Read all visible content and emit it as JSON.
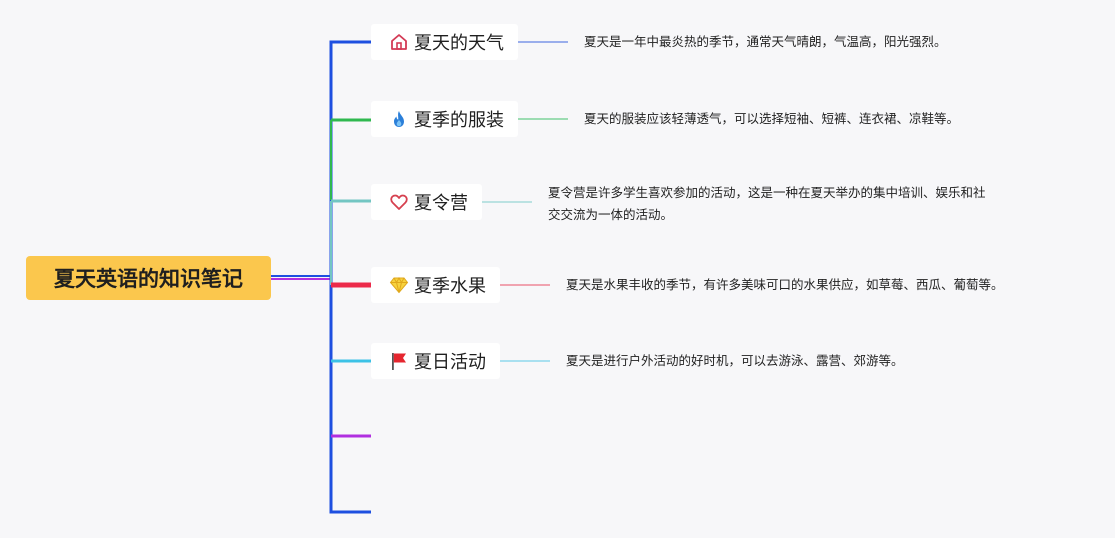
{
  "root": {
    "label": "夏天英语的知识笔记",
    "color": "#fbc74d"
  },
  "branches": [
    {
      "label": "夏天的天气",
      "icon": "home-icon",
      "color": "#1e4fe0",
      "note": "夏天是一年中最炎热的季节，通常天气晴朗，气温高，阳光强烈。"
    },
    {
      "label": "夏季的服装",
      "icon": "flame-icon",
      "color": "#2fb84f",
      "note": "夏天的服装应该轻薄透气，可以选择短袖、短裤、连衣裙、凉鞋等。"
    },
    {
      "label": "夏令营",
      "icon": "heart-icon",
      "color": "#73c6c3",
      "note_line1": "夏令营是许多学生喜欢参加的活动，这是一种在夏天举办的集中培训、娱乐和社",
      "note_line2": "交交流为一体的活动。"
    },
    {
      "label": "夏季水果",
      "icon": "diamond-icon",
      "color": "#ec2a4a",
      "note": "夏天是水果丰收的季节，有许多美味可口的水果供应，如草莓、西瓜、葡萄等。"
    },
    {
      "label": "夏日活动",
      "icon": "flag-icon",
      "color": "#3cc2e6",
      "note": "夏天是进行户外活动的好时机，可以去游泳、露营、郊游等。"
    }
  ],
  "empty_branches": [
    {
      "color": "#b02fe0"
    },
    {
      "color": "#1e4fe0"
    }
  ]
}
